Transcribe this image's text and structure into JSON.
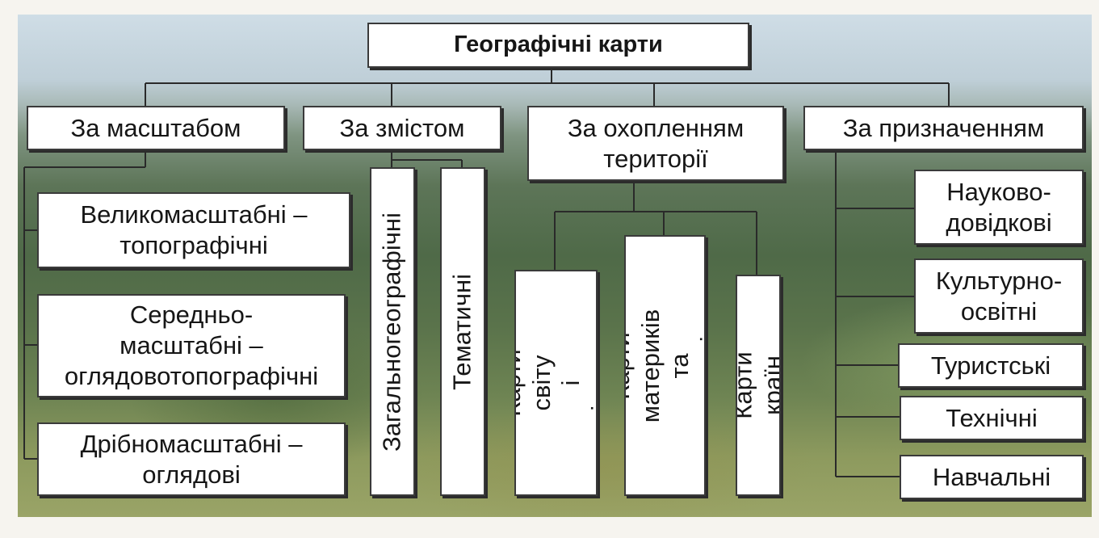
{
  "root": "Географічні карти",
  "categories": {
    "scale": "За масштабом",
    "content": "За змістом",
    "territory": "За охопленням\nтериторії",
    "purpose": "За призначенням"
  },
  "scale_items": [
    "Великомасштабні –\nтопографічні",
    "Середньо-\nмасштабні –\nоглядовотопографічні",
    "Дрібномасштабні –\nоглядові"
  ],
  "content_items": [
    "Загальногеографічні",
    "Тематичні"
  ],
  "territory_items": [
    "Карти світу\nі півкуль",
    "Карти материків\nта океанів",
    "Карти країн"
  ],
  "purpose_items": [
    "Науково-\nдовідкові",
    "Культурно-\nосвітні",
    "Туристські",
    "Технічні",
    "Навчальні"
  ],
  "colors": {
    "box_fill": "#ffffff",
    "box_border": "#3a3a3a",
    "connector": "#2a2a2a"
  }
}
